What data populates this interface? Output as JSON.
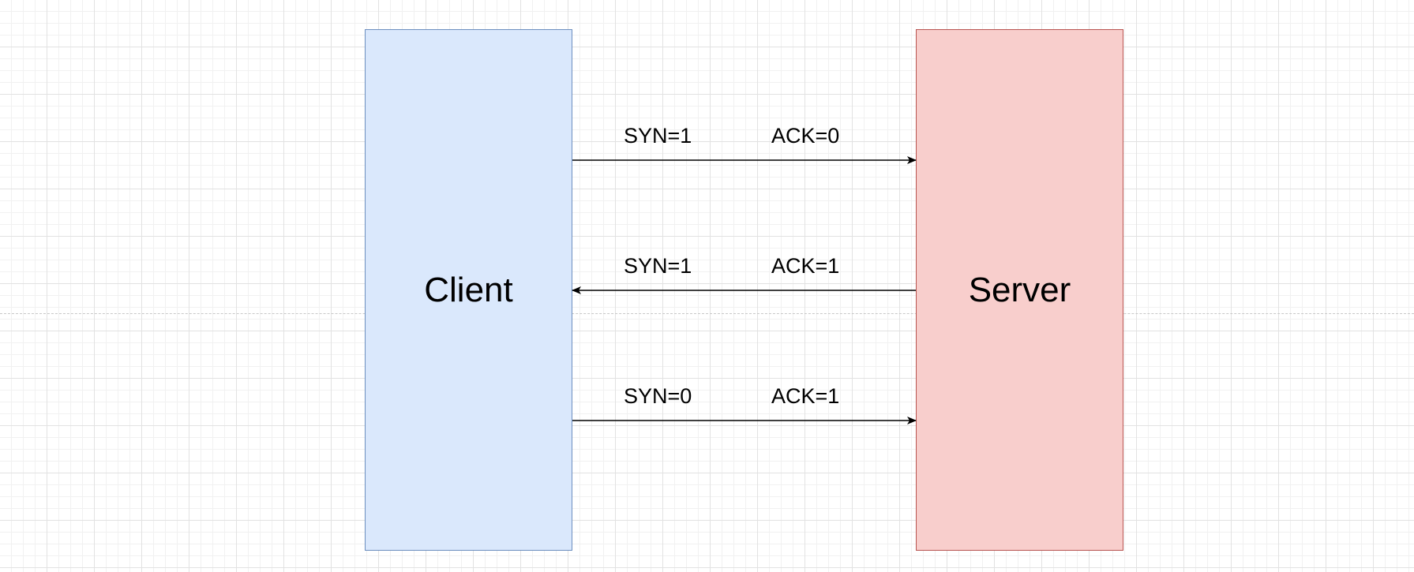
{
  "nodes": {
    "client": {
      "label": "Client",
      "fill": "#dae8fc",
      "stroke": "#6c8ebf"
    },
    "server": {
      "label": "Server",
      "fill": "#f8cecc",
      "stroke": "#b85450"
    }
  },
  "messages": [
    {
      "direction": "client-to-server",
      "syn": "SYN=1",
      "ack": "ACK=0"
    },
    {
      "direction": "server-to-client",
      "syn": "SYN=1",
      "ack": "ACK=1"
    },
    {
      "direction": "client-to-server",
      "syn": "SYN=0",
      "ack": "ACK=1"
    }
  ]
}
